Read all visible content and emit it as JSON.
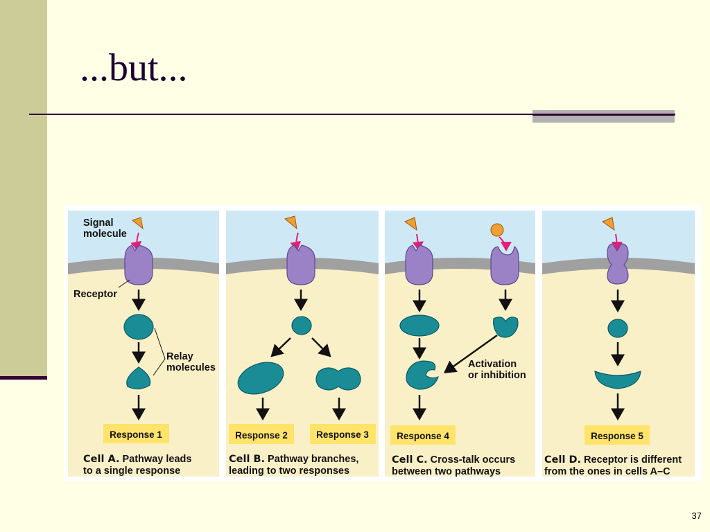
{
  "slide": {
    "title": "...but...",
    "page_number": "37"
  },
  "figure": {
    "labels": {
      "signal_molecule_line1": "Signal",
      "signal_molecule_line2": "molecule",
      "receptor": "Receptor",
      "relay_line1": "Relay",
      "relay_line2": "molecules",
      "activation_line1": "Activation",
      "activation_line2": "or inhibition"
    },
    "responses": [
      "Response 1",
      "Response 2",
      "Response 3",
      "Response 4",
      "Response 5"
    ],
    "cells": [
      {
        "name": "Cell A.",
        "line1_rest": " Pathway leads",
        "line2": "to a single response"
      },
      {
        "name": "Cell B.",
        "line1_rest": " Pathway branches,",
        "line2": "leading to two responses"
      },
      {
        "name": "Cell C.",
        "line1_rest": " Cross-talk occurs",
        "line2": "between two pathways"
      },
      {
        "name": "Cell D.",
        "line1_rest": " Receptor is different",
        "line2": "from the ones in cells A–C"
      }
    ],
    "colors": {
      "extracellular": "#CFE8F5",
      "cytoplasm": "#FAF0C8",
      "membrane": "#999999",
      "receptor": "#9B82C6",
      "relay": "#1A8C96",
      "signal": "#F0A030",
      "signal_arrow": "#E0207A",
      "response_box": "#FFE36A"
    }
  }
}
